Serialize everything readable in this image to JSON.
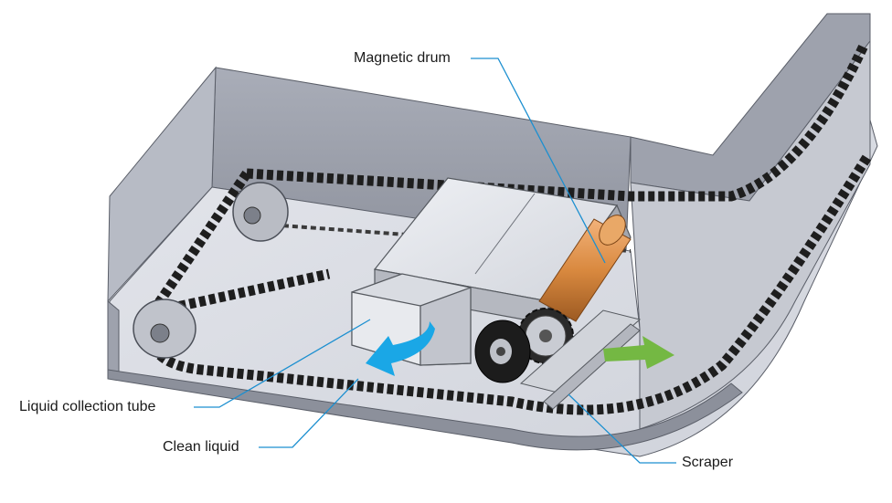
{
  "labels": {
    "magnetic_drum": "Magnetic drum",
    "liquid_collection_tube": "Liquid collection tube",
    "clean_liquid": "Clean liquid",
    "scraper": "Scraper"
  },
  "colors": {
    "callout_line": "#1c8fd0",
    "flow_arrow_blue": "#1aa7e6",
    "flow_arrow_green": "#74b843",
    "drum": "#d9893f",
    "chain": "#1e1e1e",
    "housing": "#c8cbd3"
  }
}
